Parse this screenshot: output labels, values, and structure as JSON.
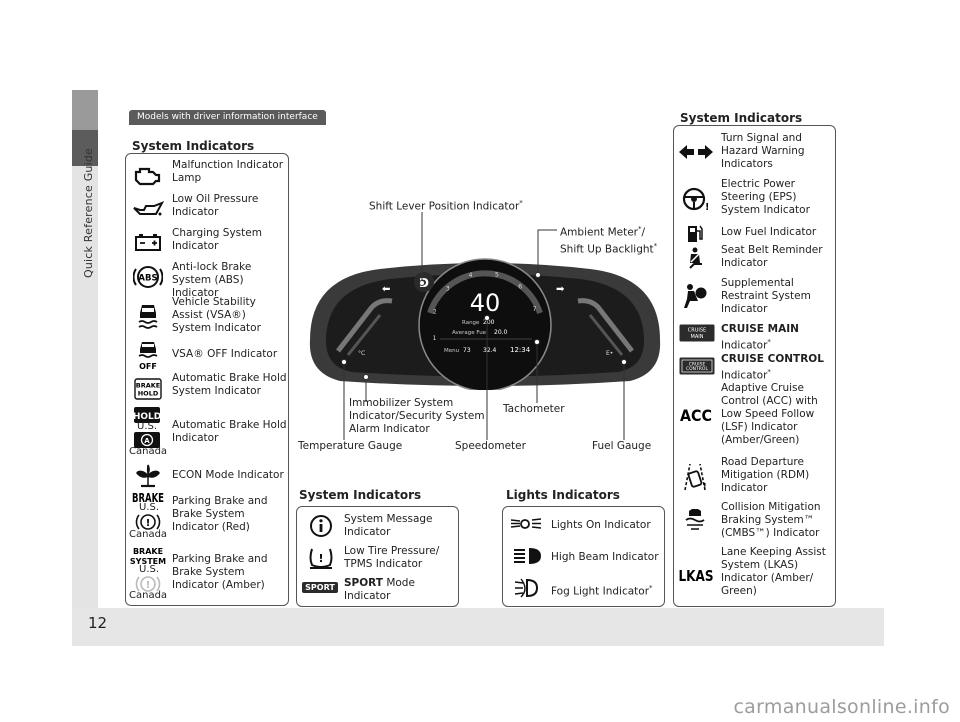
{
  "sidebar": {
    "section": "Quick Reference Guide"
  },
  "page": {
    "number": "12"
  },
  "pill": "Models with driver information interface",
  "left_panel": {
    "heading": "System Indicators",
    "items": [
      {
        "label": "Malfunction Indicator Lamp",
        "icon": "engine-icon"
      },
      {
        "label": "Low Oil Pressure Indicator",
        "icon": "oil-can-icon"
      },
      {
        "label": "Charging System Indicator",
        "icon": "battery-icon"
      },
      {
        "label": "Anti-lock Brake System (ABS) Indicator",
        "icon": "abs-icon"
      },
      {
        "label": "Vehicle Stability Assist (VSA®) System Indicator",
        "icon": "vsa-icon"
      },
      {
        "label": "VSA® OFF Indicator",
        "icon": "vsa-off-icon"
      },
      {
        "label": "Automatic Brake Hold System Indicator",
        "icon": "brake-hold-system-icon"
      },
      {
        "label": "Automatic Brake Hold Indicator",
        "icon": "hold-icon"
      },
      {
        "label": "ECON Mode Indicator",
        "icon": "econ-icon"
      },
      {
        "label": "Parking Brake and Brake System Indicator (Red)",
        "icon": "brake-red-icon"
      },
      {
        "label": "Parking Brake and Brake System Indicator (Amber)",
        "icon": "brake-amber-icon"
      }
    ],
    "us": "U.S.",
    "canada": "Canada"
  },
  "dash": {
    "speed": "40",
    "range_label": "Range",
    "range_val": "200",
    "fuel_label": "Average Fuel",
    "fuel_val": "20.0",
    "odo": "32.4",
    "clock": "12:34",
    "temp": "73",
    "gear": "D",
    "menu": "Menu",
    "tach_ticks": [
      "1",
      "2",
      "3",
      "4",
      "5",
      "6",
      "7"
    ]
  },
  "callouts": {
    "shift": "Shift Lever Position Indicator",
    "ambient1": "Ambient Meter",
    "ambient2": "Shift Up Backlight",
    "immob1": "Immobilizer System",
    "immob2": "Indicator/Security System",
    "immob3": "Alarm Indicator",
    "tacho": "Tachometer",
    "temp": "Temperature Gauge",
    "speedo": "Speedometer",
    "fuel": "Fuel Gauge",
    "asterisk": "*"
  },
  "middle_panel": {
    "heading": "System Indicators",
    "items": [
      {
        "label": "System Message Indicator",
        "icon": "info-icon"
      },
      {
        "label": "Low Tire Pressure/ TPMS Indicator",
        "icon": "tire-pressure-icon"
      },
      {
        "label_bold": "SPORT",
        "label": "Mode Indicator",
        "icon": "sport-icon"
      }
    ],
    "sport_tag": "SPORT"
  },
  "lights_panel": {
    "heading": "Lights Indicators",
    "items": [
      {
        "label": "Lights On Indicator",
        "icon": "lights-on-icon"
      },
      {
        "label": "High Beam Indicator",
        "icon": "high-beam-icon"
      },
      {
        "label": "Fog Light Indicator",
        "icon": "fog-light-icon"
      }
    ]
  },
  "right_panel": {
    "heading": "System Indicators",
    "items": [
      {
        "label": "Turn Signal and Hazard Warning Indicators",
        "icon": "turn-signal-icon"
      },
      {
        "label": "Electric Power Steering (EPS) System Indicator",
        "icon": "eps-icon"
      },
      {
        "label": "Low Fuel Indicator",
        "icon": "fuel-pump-icon"
      },
      {
        "label": "Seat Belt Reminder Indicator",
        "icon": "seatbelt-icon"
      },
      {
        "label": "Supplemental Restraint System Indicator",
        "icon": "srs-icon"
      },
      {
        "label": "CRUISE MAIN Indicator",
        "icon": "cruise-main-icon"
      },
      {
        "label": "CRUISE CONTROL Indicator",
        "icon": "cruise-control-icon"
      },
      {
        "label": "Adaptive Cruise Control (ACC) with Low Speed Follow (LSF) Indicator (Amber/Green)",
        "icon": "acc-icon"
      },
      {
        "label": "Road Departure Mitigation (RDM) Indicator",
        "icon": "rdm-icon"
      },
      {
        "label": "Collision Mitigation Braking System™ (CMBS™) Indicator",
        "icon": "cmbs-icon"
      },
      {
        "label": "Lane Keeping Assist System (LKAS) Indicator (Amber/ Green)",
        "icon": "lkas-icon"
      }
    ],
    "cruise_main": "CRUISE MAIN",
    "cruise_control": "CRUISE CONTROL",
    "acc": "ACC",
    "lkas": "LKAS"
  },
  "watermark": "carmanualsonline.info"
}
